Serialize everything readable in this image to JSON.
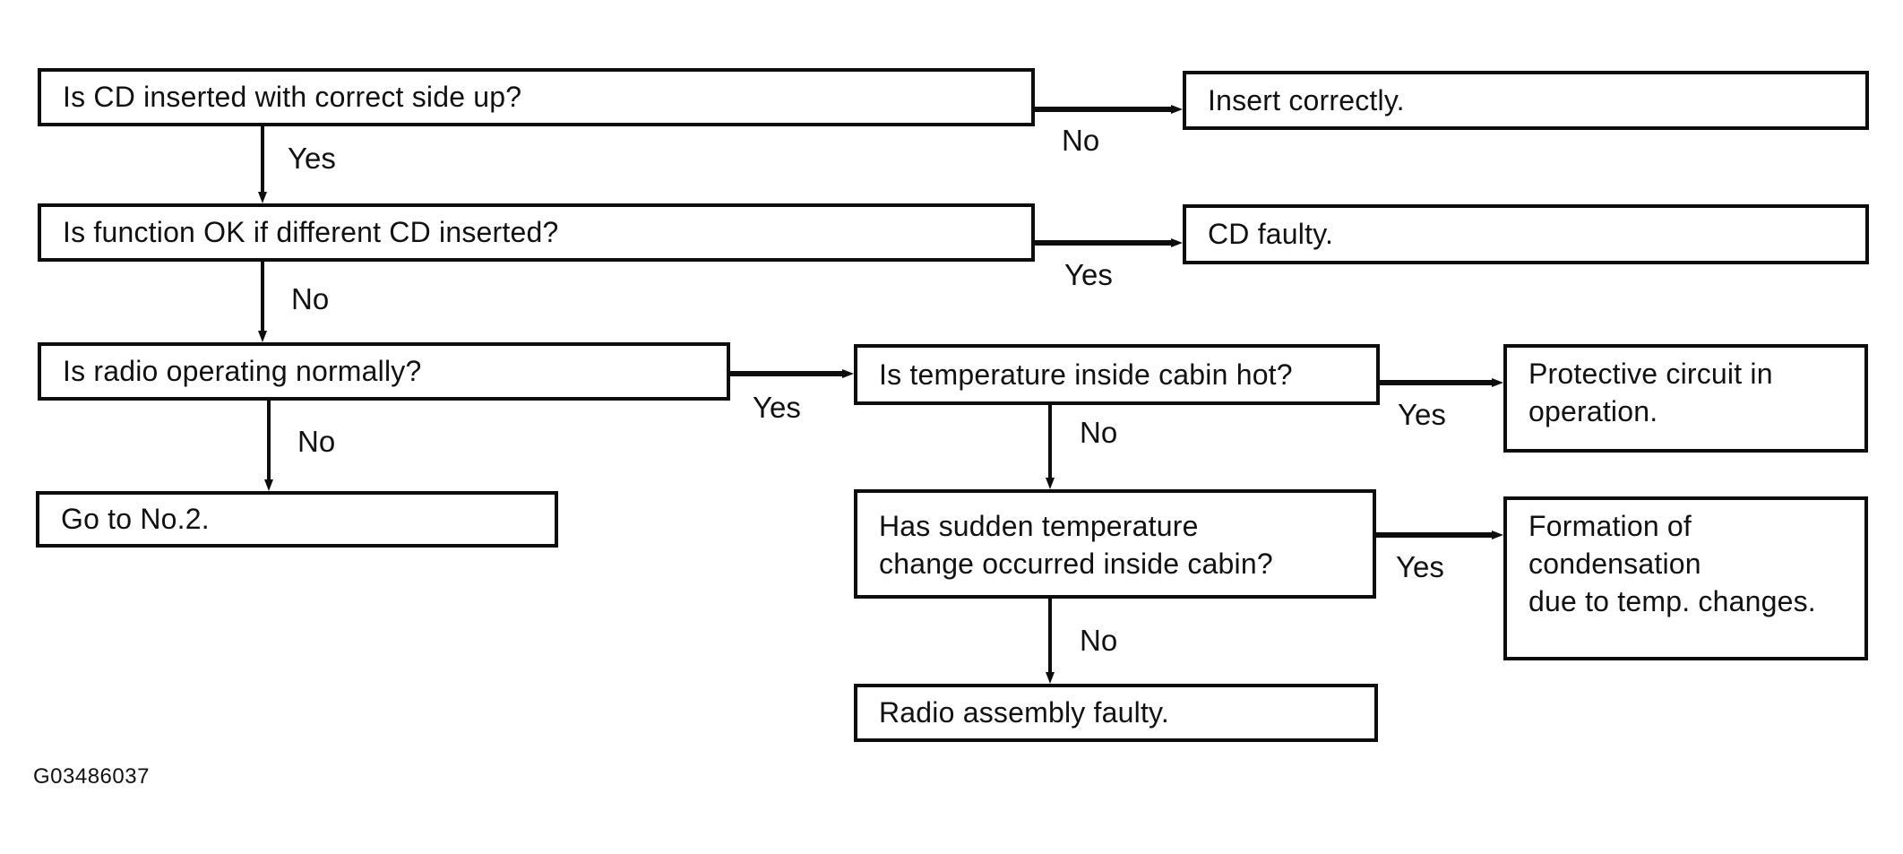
{
  "figure": {
    "id_code": "G03486037",
    "background_color": "#ffffff",
    "line_color": "#0d0d0d"
  },
  "diagram": {
    "type": "flowchart",
    "topic": "CD player / radio troubleshooting",
    "nodes": [
      {
        "id": "cd-side-up",
        "kind": "question",
        "text": "Is CD inserted with correct side up?"
      },
      {
        "id": "insert-correctly",
        "kind": "action",
        "text": "Insert correctly."
      },
      {
        "id": "different-cd",
        "kind": "question",
        "text": "Is function OK if different CD inserted?"
      },
      {
        "id": "cd-faulty",
        "kind": "action",
        "text": "CD faulty."
      },
      {
        "id": "radio-normal",
        "kind": "question",
        "text": "Is radio operating normally?"
      },
      {
        "id": "cabin-hot",
        "kind": "question",
        "text": "Is temperature inside cabin hot?"
      },
      {
        "id": "protective-circuit",
        "kind": "action",
        "text": "Protective circuit in\noperation."
      },
      {
        "id": "go-to-no2",
        "kind": "action",
        "text": "Go to No.2."
      },
      {
        "id": "sudden-temp-change",
        "kind": "question",
        "text": "Has sudden temperature\nchange occurred inside cabin?"
      },
      {
        "id": "condensation",
        "kind": "action",
        "text": "Formation of\ncondensation\ndue to temp. changes."
      },
      {
        "id": "radio-assembly-faulty",
        "kind": "action",
        "text": "Radio assembly faulty."
      }
    ],
    "edges": [
      {
        "from": "cd-side-up",
        "to": "insert-correctly",
        "label": "No"
      },
      {
        "from": "cd-side-up",
        "to": "different-cd",
        "label": "Yes"
      },
      {
        "from": "different-cd",
        "to": "cd-faulty",
        "label": "Yes"
      },
      {
        "from": "different-cd",
        "to": "radio-normal",
        "label": "No"
      },
      {
        "from": "radio-normal",
        "to": "cabin-hot",
        "label": "Yes"
      },
      {
        "from": "radio-normal",
        "to": "go-to-no2",
        "label": "No"
      },
      {
        "from": "cabin-hot",
        "to": "protective-circuit",
        "label": "Yes"
      },
      {
        "from": "cabin-hot",
        "to": "sudden-temp-change",
        "label": "No"
      },
      {
        "from": "sudden-temp-change",
        "to": "condensation",
        "label": "Yes"
      },
      {
        "from": "sudden-temp-change",
        "to": "radio-assembly-faulty",
        "label": "No"
      }
    ]
  }
}
